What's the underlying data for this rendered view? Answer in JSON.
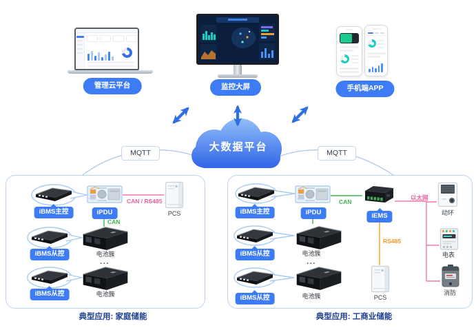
{
  "top": {
    "devices": [
      {
        "key": "management-cloud",
        "label": "管理云平台"
      },
      {
        "key": "monitor-screen",
        "label": "监控大屏"
      },
      {
        "key": "mobile-app",
        "label": "手机端APP"
      }
    ]
  },
  "cloud": {
    "label": "大数据平台"
  },
  "mqtt": {
    "left": "MQTT",
    "right": "MQTT"
  },
  "home": {
    "caption": "典型应用: 家庭储能",
    "ibms_master": "iBMS主控",
    "ipdu": "iPDU",
    "pcs": "PCS",
    "link_can_rs485": "CAN / RS485",
    "link_can": "CAN",
    "ibms_slave1": "iBMS从控",
    "battery1": "电池簇",
    "dots": "...",
    "ibms_slave2": "iBMS从控",
    "battery2": "电池簇"
  },
  "commercial": {
    "caption": "典型应用: 工商业储能",
    "ibms_master": "iBMS主控",
    "ipdu": "iPDU",
    "iems": "iEMS",
    "link_can": "CAN",
    "link_ethernet": "以太网",
    "link_rs485": "RS485",
    "env_monitor": "动环",
    "power_meter": "电表",
    "fire_safety": "消防",
    "pcs": "PCS",
    "ibms_slave1": "iBMS从控",
    "battery1": "电池簇",
    "dots": "...",
    "ibms_slave2": "iBMS从控",
    "battery2": "电池簇"
  },
  "colors": {
    "accent_blue": "#3E7CF6",
    "arrow_blue": "#2F6FE4",
    "cloud_gradient_top": "#8CB9F8",
    "cloud_gradient_bottom": "#2D62E6",
    "link_pink": "#F0609E",
    "link_green": "#3CB54A",
    "link_orange": "#F59A23",
    "box_border": "#BBD3F3",
    "caption_navy": "#1E3F8F"
  }
}
